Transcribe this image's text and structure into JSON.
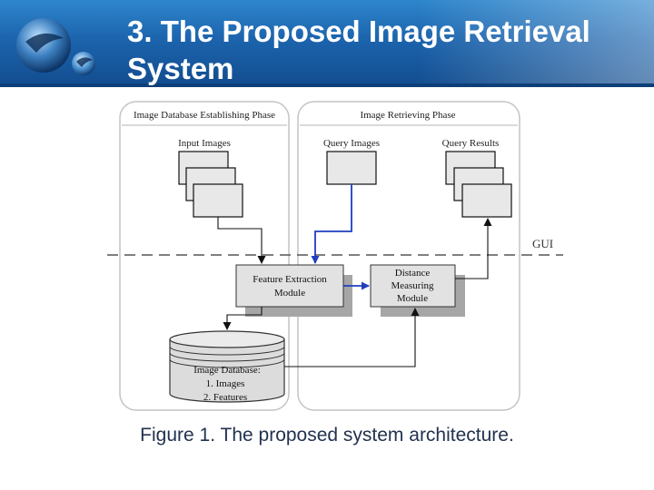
{
  "slide": {
    "title": "3. The Proposed Image Retrieval System",
    "caption": "Figure 1. The proposed system architecture."
  },
  "diagram": {
    "phases": {
      "establishing": "Image Database Establishing Phase",
      "retrieving": "Image Retrieving Phase"
    },
    "labels": {
      "input_images": "Input Images",
      "query_images": "Query Images",
      "query_results": "Query Results",
      "gui": "GUI"
    },
    "modules": {
      "feature_extraction": [
        "Feature Extraction",
        "Module"
      ],
      "distance_measuring": [
        "Distance",
        "Measuring",
        "Module"
      ]
    },
    "database": [
      "Image Database:",
      "1. Images",
      "2. Features"
    ]
  },
  "colors": {
    "header_blue": "#1c64ad",
    "arrow_blue": "#1f3fbf",
    "caption": "#22324f"
  }
}
